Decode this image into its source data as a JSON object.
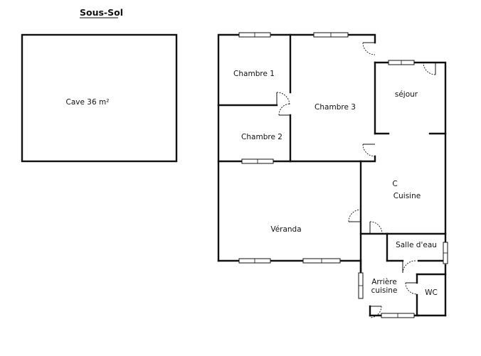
{
  "title": "Sous-Sol",
  "rooms": {
    "cave": "Cave 36 m²",
    "chambre1": "Chambre 1",
    "chambre2": "Chambre 2",
    "chambre3": "Chambre 3",
    "sejour": "séjour",
    "cuisine": "Cuisine",
    "veranda": "Véranda",
    "salle_eau": "Salle d'eau",
    "arriere_1": "Arrière",
    "arriere_2": "cuisine",
    "wc": "WC"
  },
  "marks": {
    "cuisine_symbol": "C"
  }
}
